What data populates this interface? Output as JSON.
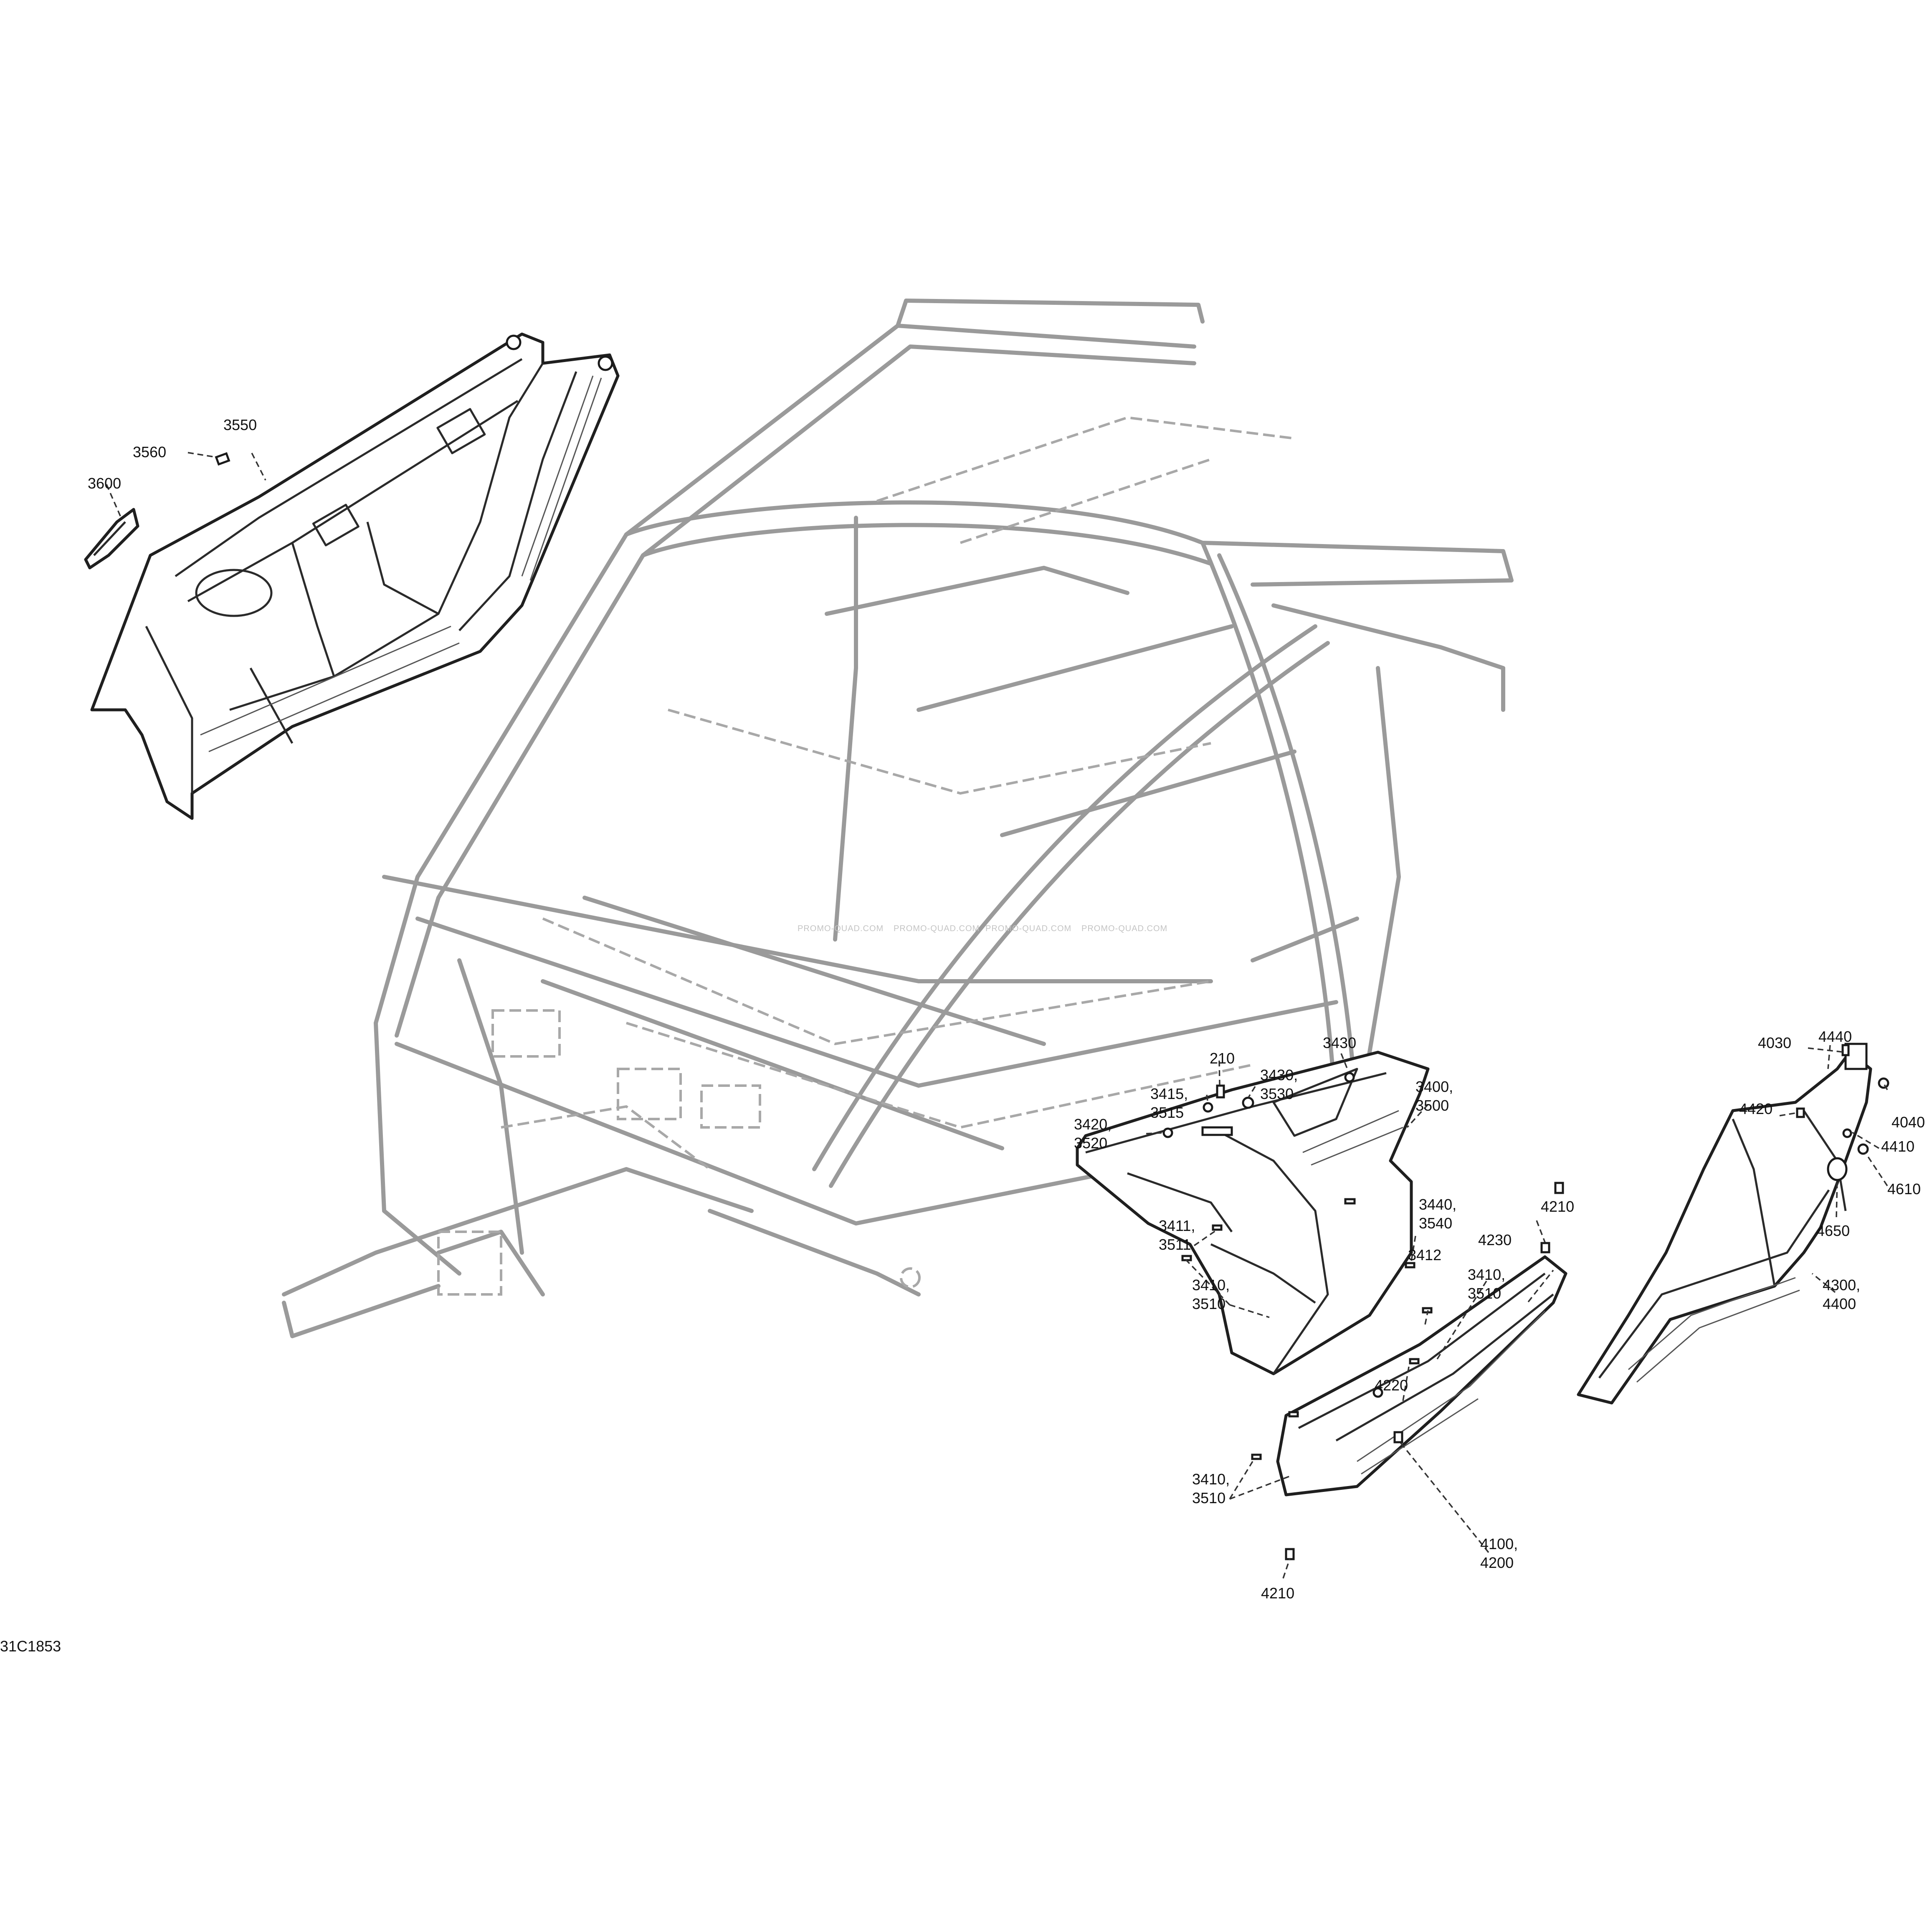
{
  "diagram": {
    "drawing_number": "31C1853",
    "watermark": "PROMO-QUAD.COM",
    "callouts": {
      "c3550": "3550",
      "c3560": "3560",
      "c3600": "3600",
      "c3430a": "3430",
      "c3400a": "3400,",
      "c3400b": "3500",
      "c3430b": "3430,",
      "c3530": "3530",
      "c3415": "3415,",
      "c3515": "3515",
      "c210": "210",
      "c3420": "3420,",
      "c3520": "3520",
      "c3440": "3440,",
      "c3540": "3540",
      "c4210a": "4210",
      "c4230": "4230",
      "c3411": "3411,",
      "c3511": "3511",
      "c3412": "3412",
      "c3410a": "3410,",
      "c3510a": "3510",
      "c3410b": "3410,",
      "c3510b": "3510",
      "c4220": "4220",
      "c3410c": "3410,",
      "c3510c": "3510",
      "c4100": "4100,",
      "c4200": "4200",
      "c4210b": "4210",
      "c4030": "4030",
      "c4440": "4440",
      "c4420": "4420",
      "c4040": "4040",
      "c4410": "4410",
      "c4650": "4650",
      "c4610": "4610",
      "c4300": "4300,",
      "c4400": "4400"
    }
  }
}
